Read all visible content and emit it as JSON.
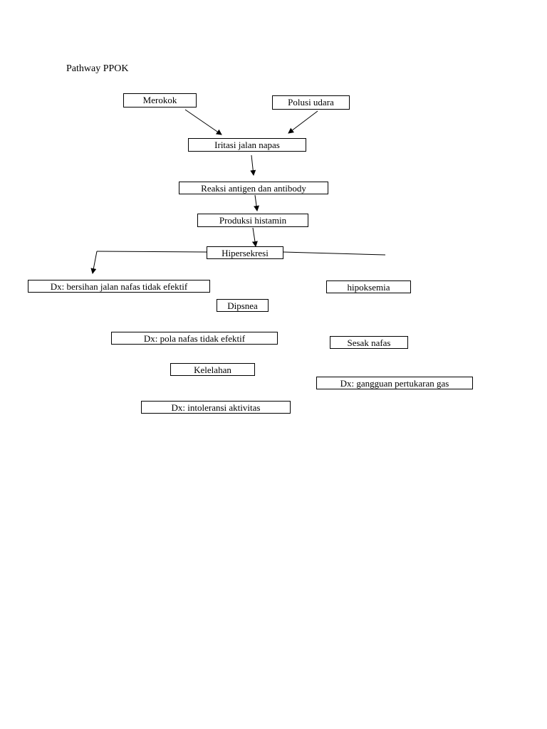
{
  "title": "Pathway PPOK",
  "nodes": {
    "merokok": "Merokok",
    "polusi_udara": "Polusi udara",
    "iritasi": "Iritasi jalan napas",
    "reaksi": "Reaksi antigen dan antibody",
    "produksi": "Produksi histamin",
    "hipersekresi": "Hipersekresi",
    "dx_bersihan": "Dx: bersihan jalan nafas tidak efektif",
    "hipoksemia": "hipoksemia",
    "dipsnea": "Dipsnea",
    "dx_pola": "Dx: pola nafas tidak efektif",
    "sesak": "Sesak nafas",
    "kelelahan": "Kelelahan",
    "dx_gangguan": "Dx: gangguan pertukaran gas",
    "dx_intoleransi": "Dx: intoleransi aktivitas"
  },
  "colors": {
    "line": "#000000",
    "box_border": "#000000",
    "background": "#ffffff"
  }
}
